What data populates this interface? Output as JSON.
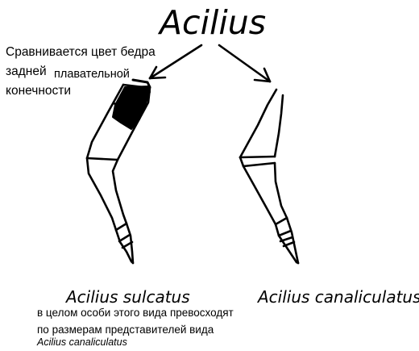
{
  "title": "Acilius",
  "note": {
    "line1": "Сравнивается цвет бедра",
    "line2a": "задней",
    "line2b": "плавательной",
    "line3": "конечности"
  },
  "species": {
    "left": "Acilius sulcatus",
    "right": "Acilius canaliculatus"
  },
  "footnote": {
    "line1": "в целом особи этого вида превосходят",
    "line2": "по размерам представителей вида",
    "line3": "Acilius canaliculatus"
  },
  "colors": {
    "ink": "#000000",
    "background": "#ffffff"
  }
}
